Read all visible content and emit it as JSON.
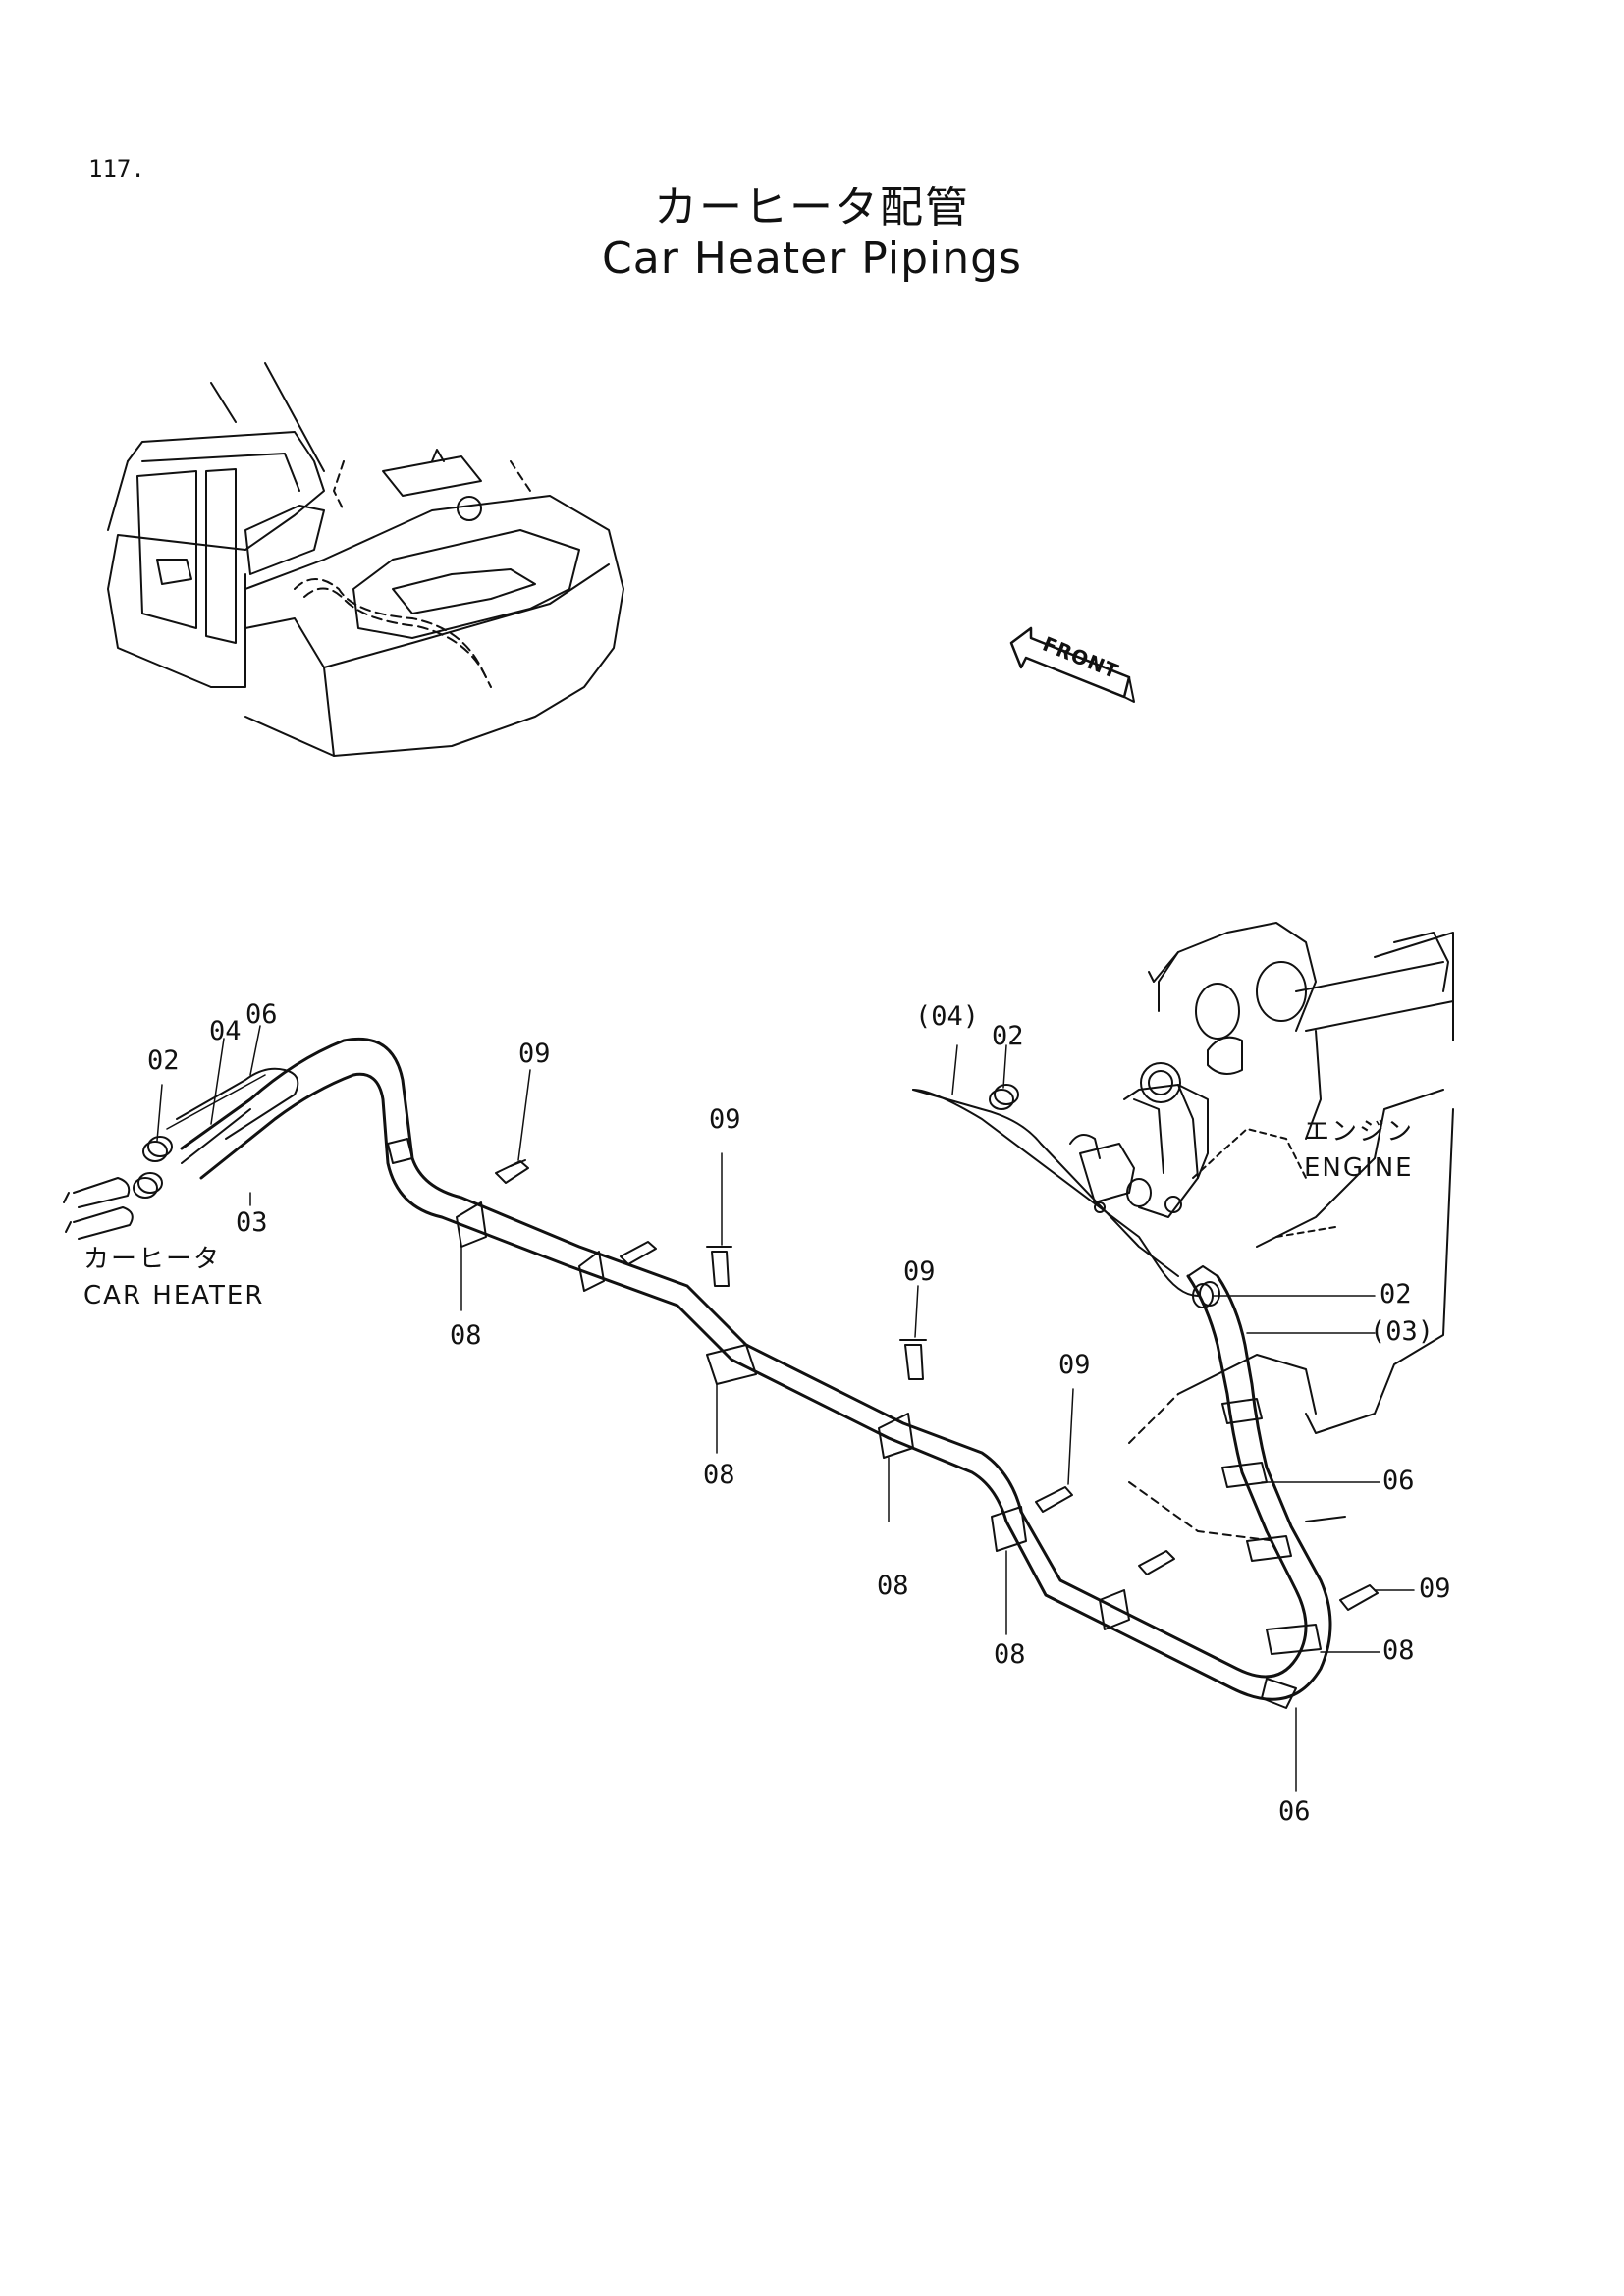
{
  "page_number": "117.",
  "title_jp": "カーヒータ配管",
  "title_en": "Car Heater Pipings",
  "front_label": "FRONT",
  "engine_label_jp": "エンジン",
  "engine_label_en": "ENGINE",
  "car_heater_label_jp": "カーヒータ",
  "car_heater_label_en": "CAR HEATER",
  "callouts": {
    "c02a": "02",
    "c04a": "04",
    "c06a": "06",
    "c03a": "03",
    "c09a": "09",
    "c08a": "08",
    "c09b": "09",
    "c08b": "08",
    "c09c": "09",
    "c08c": "08",
    "c09d": "09",
    "c08d": "08",
    "c04b": "(04)",
    "c02b": "02",
    "c02c": "02",
    "c03b": "(03)",
    "c06b": "06",
    "c09e": "09",
    "c08e": "08",
    "c06c": "06"
  }
}
